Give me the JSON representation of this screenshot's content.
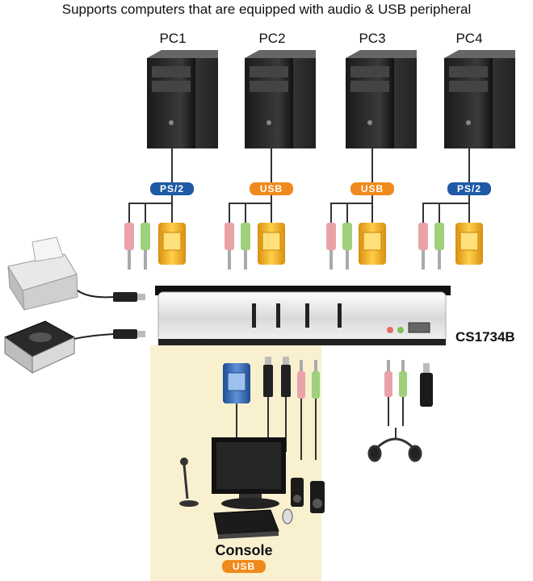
{
  "title": "Supports computers that are equipped with audio & USB peripheral",
  "pcs": [
    {
      "label": "PC1",
      "interface": "PS/2"
    },
    {
      "label": "PC2",
      "interface": "USB"
    },
    {
      "label": "PC3",
      "interface": "USB"
    },
    {
      "label": "PC4",
      "interface": "PS/2"
    }
  ],
  "kvm_model": "CS1734B",
  "console": {
    "label": "Console",
    "interface": "USB"
  },
  "colors": {
    "ps2_badge": "#1f5aa6",
    "usb_badge": "#f08a1c",
    "console_area": "#f8f0cf",
    "pink_plug": "#e9a3a8",
    "green_plug": "#9fd07c",
    "vga_gold": "#f0b024",
    "vga_blue": "#2f64b0"
  }
}
